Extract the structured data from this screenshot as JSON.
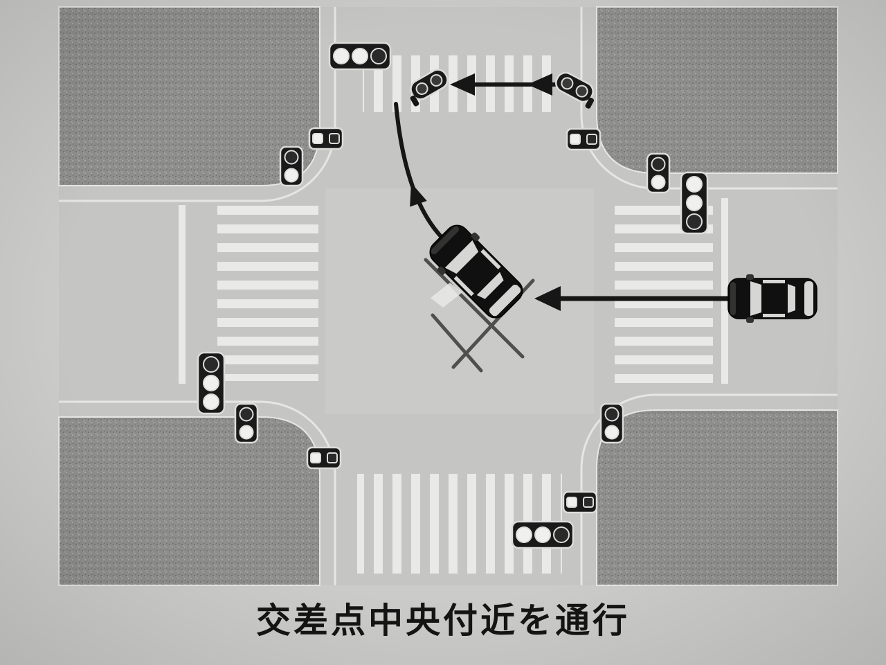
{
  "caption": "交差点中央付近を通行",
  "colors": {
    "paper": "#cbcbc9",
    "road": "#c5c5c3",
    "center": "#cacac8",
    "block": "#8e8e8c",
    "block_dot_dark": "#767674",
    "block_dot_light": "#a6a6a4",
    "stripe": "#e9e9e7",
    "line": "#e6e6e4",
    "ink": "#161616",
    "mark": "#4f4f4d",
    "car_body": "#101010",
    "car_glass": "#d6d6d4",
    "signal_box": "#1a1a1a",
    "signal_ring": "#dcdcda"
  },
  "signals": {
    "top_vehicle": {
      "type": "horizontal-3-lens",
      "lenses": [
        "#f0f0ee",
        "#f0f0ee",
        "#2a2a2a"
      ]
    },
    "bottom_vehicle": {
      "type": "horizontal-3-lens",
      "lenses": [
        "#f0f0ee",
        "#f0f0ee",
        "#2a2a2a"
      ]
    },
    "right_vehicle": {
      "type": "vertical-3-lens",
      "lenses": [
        "#f0f0ee",
        "#f0f0ee",
        "#2a2a2a"
      ]
    },
    "left_vehicle": {
      "type": "vertical-3-lens",
      "lenses": [
        "#2a2a2a",
        "#f0f0ee",
        "#f0f0ee"
      ]
    },
    "ped_top_left": {
      "type": "vertical-2-lens",
      "lenses": [
        "#2a2a2a",
        "#f0f0ee"
      ]
    },
    "ped_top_right": {
      "type": "vertical-2-lens",
      "lenses": [
        "#2a2a2a",
        "#f0f0ee"
      ]
    },
    "ped_bottom_left": {
      "type": "vertical-2-lens",
      "lenses": [
        "#2a2a2a",
        "#f0f0ee"
      ]
    },
    "ped_bottom_right": {
      "type": "vertical-2-lens",
      "lenses": [
        "#2a2a2a",
        "#f0f0ee"
      ]
    },
    "back_top_left": {
      "type": "horizontal-2-lens",
      "lenses": [
        "#f0f0ee",
        "#2a2a2a"
      ]
    },
    "back_top_right": {
      "type": "horizontal-2-lens",
      "lenses": [
        "#f0f0ee",
        "#2a2a2a"
      ]
    },
    "back_bottom_left": {
      "type": "horizontal-2-lens",
      "lenses": [
        "#f0f0ee",
        "#2a2a2a"
      ]
    },
    "back_bottom_right": {
      "type": "horizontal-2-lens",
      "lenses": [
        "#f0f0ee",
        "#2a2a2a"
      ]
    },
    "marker_left": {
      "type": "tilted-2-lens",
      "lenses": [
        "#3a3a38",
        "#3a3a38"
      ]
    },
    "marker_right": {
      "type": "tilted-2-lens",
      "lenses": [
        "#3a3a38",
        "#3a3a38"
      ]
    }
  }
}
